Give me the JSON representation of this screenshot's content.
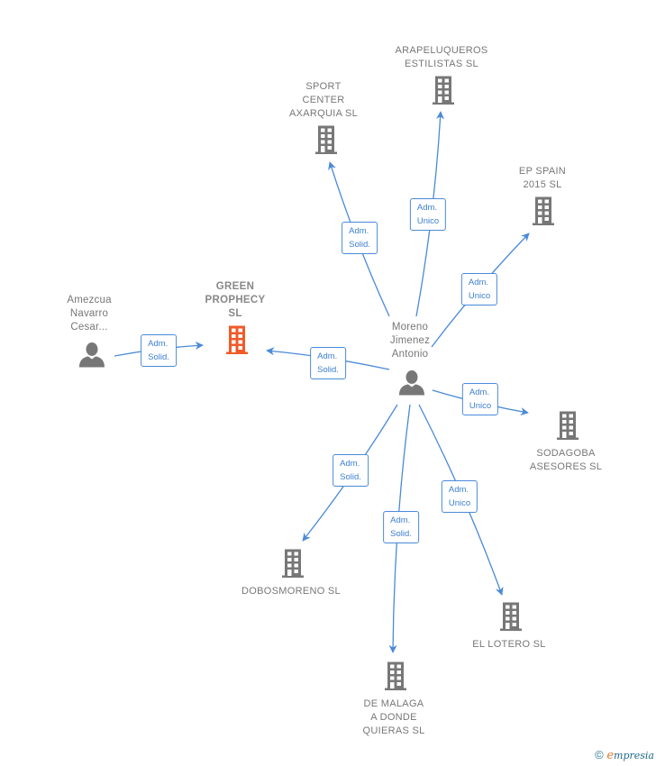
{
  "colors": {
    "edge": "#4a8ad8",
    "node_default": "#777777",
    "node_highlight": "#f05a28"
  },
  "nodes": [
    {
      "id": "moreno",
      "type": "person",
      "label": "Moreno\nJimenez\nAntonio"
    },
    {
      "id": "amezcua",
      "type": "person",
      "label": "Amezcua\nNavarro\nCesar..."
    },
    {
      "id": "green",
      "type": "company",
      "label": "GREEN\nPROPHECY\nSL",
      "highlight": true
    },
    {
      "id": "sport",
      "type": "company",
      "label": "SPORT\nCENTER\nAXARQUIA SL"
    },
    {
      "id": "arapel",
      "type": "company",
      "label": "ARAPELUQUEROS\nESTILISTAS  SL"
    },
    {
      "id": "epspain",
      "type": "company",
      "label": "EP SPAIN\n2015  SL"
    },
    {
      "id": "sodagoba",
      "type": "company",
      "label": "SODAGOBA\nASESORES  SL"
    },
    {
      "id": "dobos",
      "type": "company",
      "label": "DOBOSMORENO SL"
    },
    {
      "id": "demalaga",
      "type": "company",
      "label": "DE MALAGA\nA DONDE\nQUIERAS SL"
    },
    {
      "id": "lotero",
      "type": "company",
      "label": "EL LOTERO  SL"
    }
  ],
  "edges": [
    {
      "from": "amezcua",
      "to": "green",
      "label": "Adm.\nSolid."
    },
    {
      "from": "moreno",
      "to": "green",
      "label": "Adm.\nSolid."
    },
    {
      "from": "moreno",
      "to": "sport",
      "label": "Adm.\nSolid."
    },
    {
      "from": "moreno",
      "to": "arapel",
      "label": "Adm.\nUnico"
    },
    {
      "from": "moreno",
      "to": "epspain",
      "label": "Adm.\nUnico"
    },
    {
      "from": "moreno",
      "to": "sodagoba",
      "label": "Adm.\nUnico"
    },
    {
      "from": "moreno",
      "to": "dobos",
      "label": "Adm.\nSolid."
    },
    {
      "from": "moreno",
      "to": "demalaga",
      "label": "Adm.\nSolid."
    },
    {
      "from": "moreno",
      "to": "lotero",
      "label": "Adm.\nUnico"
    }
  ],
  "footer": {
    "copyright": "©",
    "brand_initial": "e",
    "brand_rest": "mpresia"
  }
}
